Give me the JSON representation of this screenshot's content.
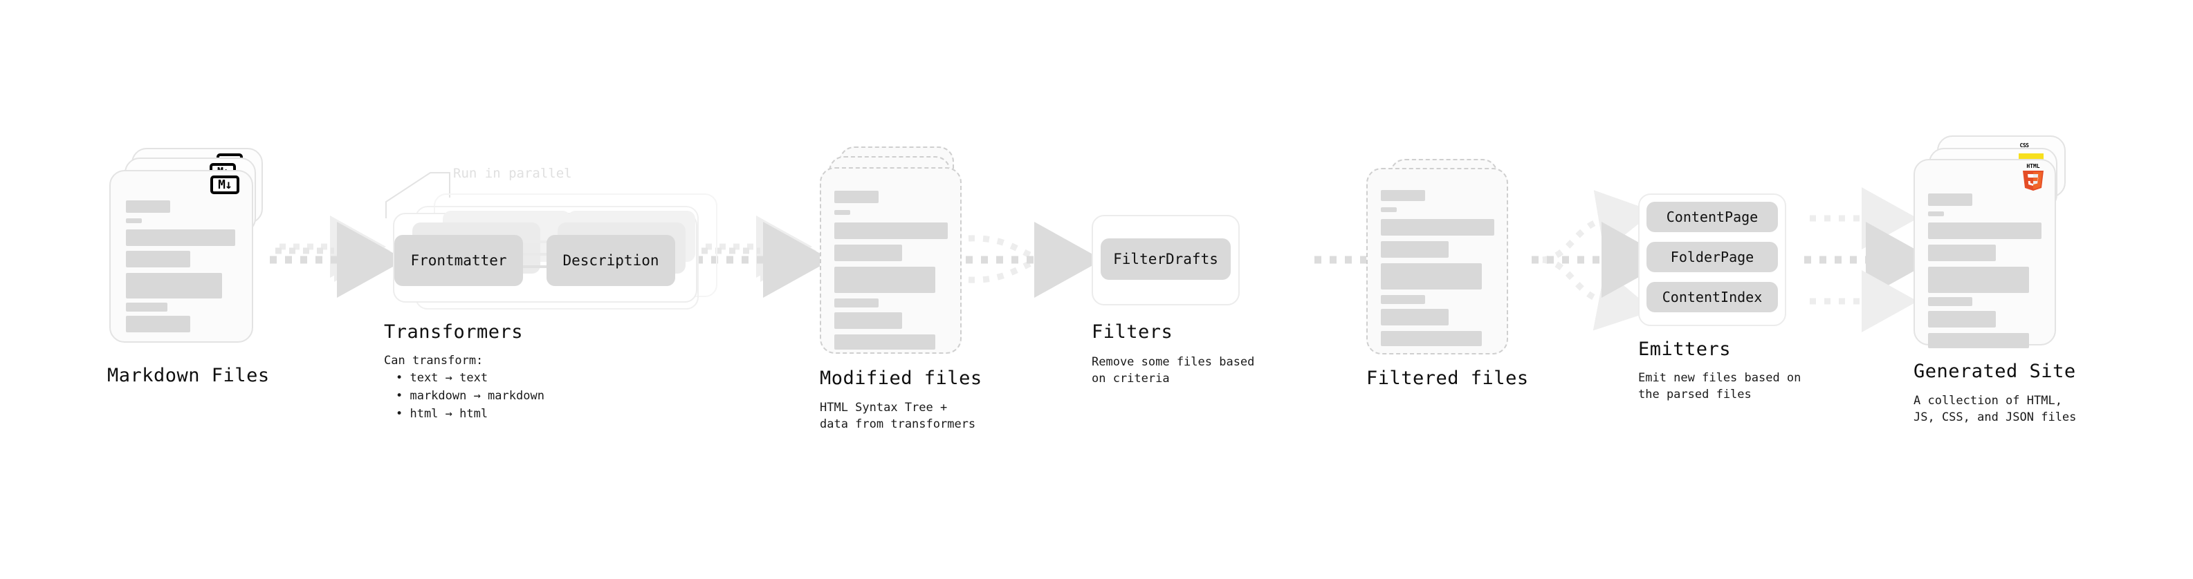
{
  "diagram": {
    "title_semantic": "quartz-build-pipeline",
    "palette": {
      "ink": "#111111",
      "doc_fill": "#fbfbfb",
      "doc_border": "#e3e3e3",
      "dashed_border": "#cfcfcf",
      "bar_fill": "#d8d8d8",
      "pill_fill": "#d9d9d9",
      "arrow_fill": "#dcdcdc",
      "annotation": "#e0e0e0",
      "css_blue": "#264de4",
      "js_yellow": "#f7df1e",
      "html5_orange": "#e44d26",
      "html5_orange_light": "#f16529"
    },
    "stages": [
      {
        "key": "markdown_files",
        "title": "Markdown Files",
        "subtitle": "",
        "icon": "markdown-badge",
        "icon_text": "M↓",
        "stack_count": 3,
        "border": "solid"
      },
      {
        "key": "transformers",
        "title": "Transformers",
        "subtitle": "Can transform:",
        "annotation": "Run in parallel",
        "stack_count": 3,
        "bullets": [
          "• text → text",
          "• markdown → markdown",
          "• html → html"
        ],
        "pills": [
          "Frontmatter",
          "Description"
        ]
      },
      {
        "key": "modified_files",
        "title": "Modified files",
        "subtitle": "HTML Syntax Tree +\ndata from transformers",
        "stack_count": 3,
        "border": "dashed"
      },
      {
        "key": "filters",
        "title": "Filters",
        "subtitle": "Remove some files based\non criteria",
        "pills": [
          "FilterDrafts"
        ]
      },
      {
        "key": "filtered_files",
        "title": "Filtered files",
        "subtitle": "",
        "stack_count": 2,
        "border": "dashed"
      },
      {
        "key": "emitters",
        "title": "Emitters",
        "subtitle": "Emit new files based on\nthe parsed files",
        "pills": [
          "ContentPage",
          "FolderPage",
          "ContentIndex"
        ]
      },
      {
        "key": "generated_site",
        "title": "Generated Site",
        "subtitle": "A collection of HTML,\nJS, CSS, and JSON files",
        "stack_count": 3,
        "border": "solid",
        "icons": [
          "css-badge",
          "js-badge",
          "html5-badge"
        ],
        "css_label": "CSS",
        "html5_label": "HTML",
        "html5_number": "5"
      }
    ],
    "connectors": [
      {
        "key": "md-to-transformers",
        "style": "parallel-3",
        "heads": 1
      },
      {
        "key": "transformers-to-modified",
        "style": "parallel-3",
        "heads": 1
      },
      {
        "key": "modified-to-filters",
        "style": "converge-3",
        "heads": 1
      },
      {
        "key": "filters-to-filtered",
        "style": "single",
        "heads": 1
      },
      {
        "key": "filtered-to-emitters",
        "style": "diverge-3",
        "heads": 3
      },
      {
        "key": "emitters-to-site",
        "style": "parallel-3-split",
        "heads": 3
      }
    ]
  }
}
